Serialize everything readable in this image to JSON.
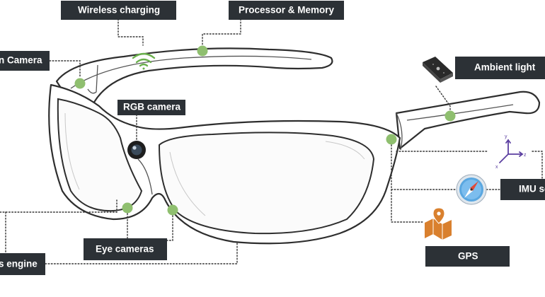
{
  "labels": {
    "wireless_charging": "Wireless charging",
    "processor_memory": "Processor & Memory",
    "camera_left": "n Camera",
    "ambient_light": "Ambient light",
    "rgb_camera": "RGB camera",
    "imu": "IMU se",
    "eye_cameras": "Eye cameras",
    "gps": "GPS",
    "engine": "s engine"
  },
  "imu_axes": {
    "y": "y",
    "z": "z",
    "x": "x"
  },
  "colors": {
    "label_bg": "#2c3136",
    "label_text": "#ffffff",
    "sensor_dot": "#8fbf6f",
    "wifi_icon": "#6ab04c",
    "gps_icon": "#d9802e",
    "imu_icon": "#5b3fa0",
    "compass_icon": "#5aa7e0"
  },
  "icons": {
    "wireless": "wifi-icon",
    "ambient_light": "light-sensor-icon",
    "imu": "axes-icon",
    "compass": "compass-icon",
    "gps": "map-pin-icon",
    "rgb_camera": "camera-lens-icon"
  }
}
